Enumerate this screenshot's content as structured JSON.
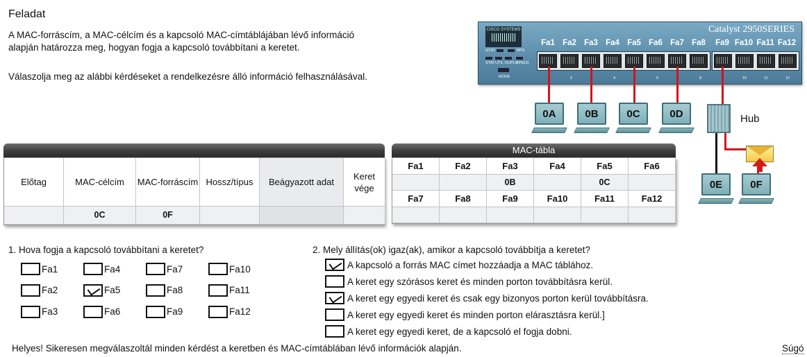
{
  "task": {
    "title": "Feladat",
    "intro_1": "A MAC-forráscím, a MAC-célcím és a kapcsoló MAC-címtáblájában lévő információ alapján határozza meg, hogyan fogja a kapcsoló továbbítani a keretet.",
    "intro_2": "Válaszolja meg az alábbi kérdéseket a rendelkezésre álló információ felhasználásával."
  },
  "frame_table": {
    "headers": [
      "Előtag",
      "MAC-célcím",
      "MAC-forráscím",
      "Hossz/típus",
      "Beágyazott adat",
      "Keret vége"
    ],
    "values": [
      "",
      "0C",
      "0F",
      "",
      "",
      ""
    ]
  },
  "mac_table": {
    "title": "MAC-tábla",
    "row1_ports": [
      "Fa1",
      "Fa2",
      "Fa3",
      "Fa4",
      "Fa5",
      "Fa6"
    ],
    "row1_macs": [
      "",
      "",
      "0B",
      "",
      "0C",
      ""
    ],
    "row2_ports": [
      "Fa7",
      "Fa8",
      "Fa9",
      "Fa10",
      "Fa11",
      "Fa12"
    ],
    "row2_macs": [
      "",
      "",
      "",
      "",
      "",
      ""
    ]
  },
  "switch": {
    "model": "Catalyst 2950SERIES",
    "brand": "CISCO SYSTEMS",
    "ports": [
      "Fa1",
      "Fa2",
      "Fa3",
      "Fa4",
      "Fa5",
      "Fa6",
      "Fa7",
      "Fa8",
      "Fa9",
      "Fa10",
      "Fa11",
      "Fa12"
    ],
    "led_labels": [
      "SYST",
      "RPS",
      "STAT",
      "UTIL",
      "DUPLX",
      "SPEED",
      "MODE"
    ],
    "port_numbers": [
      "2",
      "4",
      "6",
      "8",
      "10",
      "11",
      "12"
    ],
    "cable_color": "#d2141c"
  },
  "network": {
    "pcs_top": [
      "0A",
      "0B",
      "0C",
      "0D"
    ],
    "pcs_bottom": [
      "0E",
      "0F"
    ],
    "hub_label": "Hub"
  },
  "question1": {
    "text": "1. Hova fogja a kapcsoló továbbítani a keretet?",
    "options": [
      {
        "label": "Fa1",
        "checked": false
      },
      {
        "label": "Fa4",
        "checked": false
      },
      {
        "label": "Fa7",
        "checked": false
      },
      {
        "label": "Fa10",
        "checked": false
      },
      {
        "label": "Fa2",
        "checked": false
      },
      {
        "label": "Fa5",
        "checked": true
      },
      {
        "label": "Fa8",
        "checked": false
      },
      {
        "label": "Fa11",
        "checked": false
      },
      {
        "label": "Fa3",
        "checked": false
      },
      {
        "label": "Fa6",
        "checked": false
      },
      {
        "label": "Fa9",
        "checked": false
      },
      {
        "label": "Fa12",
        "checked": false
      }
    ]
  },
  "question2": {
    "text": "2. Mely állítás(ok) igaz(ak), amikor a kapcsoló továbbítja a keretet?",
    "options": [
      {
        "label": "A kapcsoló a forrás MAC címet hozzáadja a MAC táblához.",
        "checked": true
      },
      {
        "label": "A keret egy szórásos keret és minden porton továbbításra kerül.",
        "checked": false
      },
      {
        "label": "A keret egy egyedi keret és csak egy bizonyos porton kerül továbbításra.",
        "checked": true
      },
      {
        "label": "A keret egy egyedi keret és minden porton elárasztásra kerül.]",
        "checked": false
      },
      {
        "label": "A keret egy egyedi keret, de a kapcsoló el fogja dobni.",
        "checked": false
      }
    ]
  },
  "feedback": "Helyes! Sikeresen megválaszoltál minden kérdést a keretben és MAC-címtáblában lévő információk alapján.",
  "hint_label": "Súgó"
}
